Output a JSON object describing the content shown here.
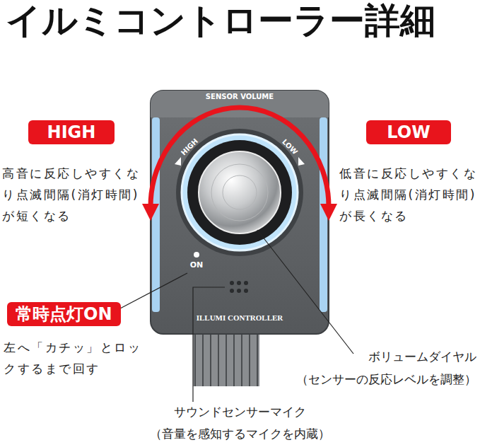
{
  "diagram": {
    "title": "イルミコントローラー詳細",
    "nodes": [
      {
        "text": [
          "HIGH",
          "高音に反応しやすくなり点滅間隔(消灯時間)が短くなる"
        ]
      },
      {
        "text": [
          "LOW",
          "低音に反応しやすくなり点滅間隔(消灯時間)が長くなる"
        ]
      },
      {
        "text": [
          "常時点灯ON",
          "左へ「カチッ」とロックするまで回す"
        ]
      }
    ],
    "labels": [
      "SENSOR VOLUME",
      "HIGH",
      "LOW",
      "ON",
      "ILLUMI CONTROLLER",
      "ボリュームダイヤル",
      "（センサーの反応レベルを調整）",
      "サウンドセンサーマイク",
      "（音量を感知するマイクを内蔵）"
    ]
  }
}
